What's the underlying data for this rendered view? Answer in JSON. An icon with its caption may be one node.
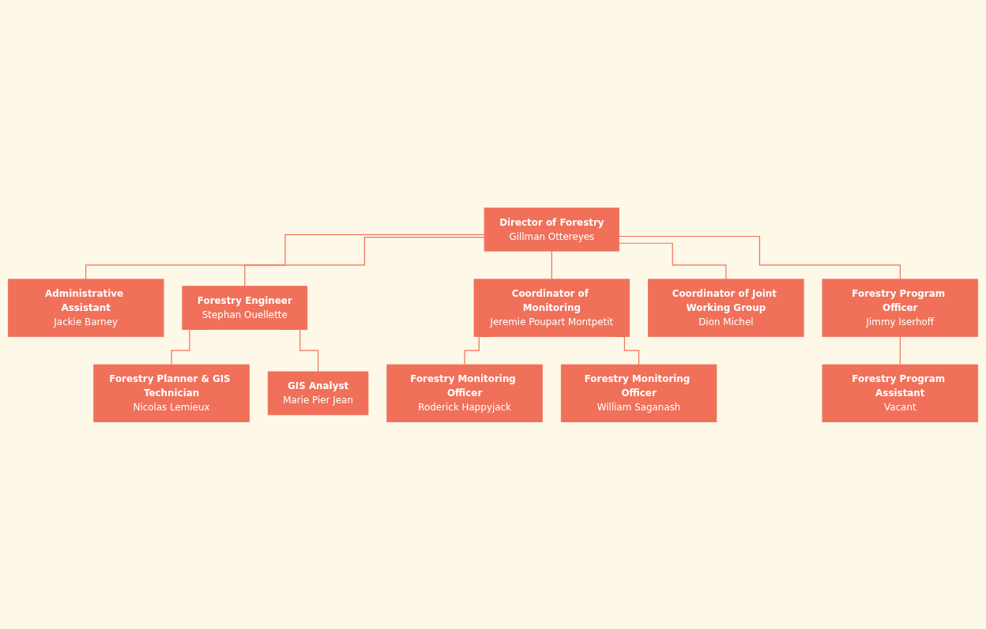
{
  "diagram": {
    "nodes": [
      {
        "text": [
          "Director of Forestry",
          "Gillman Ottereyes"
        ]
      },
      {
        "text": [
          "Administrative Assistant",
          "Jackie Barney"
        ]
      },
      {
        "text": [
          "Forestry Engineer",
          "Stephan Ouellette"
        ]
      },
      {
        "text": [
          "Coordinator of Monitoring",
          "Jeremie Poupart Montpetit"
        ]
      },
      {
        "text": [
          "Coordinator of Joint Working Group",
          "Dion Michel"
        ]
      },
      {
        "text": [
          "Forestry Program Officer",
          "Jimmy Iserhoff"
        ]
      },
      {
        "text": [
          "Forestry Planner & GIS Technician",
          "Nicolas Lemieux"
        ]
      },
      {
        "text": [
          "GIS Analyst",
          "Marie Pier Jean"
        ]
      },
      {
        "text": [
          "Forestry Monitoring Officer",
          "Roderick Happyjack"
        ]
      },
      {
        "text": [
          "Forestry Monitoring Officer",
          "William Saganash"
        ]
      },
      {
        "text": [
          "Forestry Program Assistant",
          "Vacant"
        ]
      }
    ],
    "edges": [
      {
        "from": 0,
        "to": 1,
        "arrow": "none"
      },
      {
        "from": 0,
        "to": 2,
        "arrow": "none"
      },
      {
        "from": 0,
        "to": 3,
        "arrow": "none"
      },
      {
        "from": 0,
        "to": 4,
        "arrow": "none"
      },
      {
        "from": 0,
        "to": 5,
        "arrow": "none"
      },
      {
        "from": 2,
        "to": 6,
        "arrow": "none"
      },
      {
        "from": 2,
        "to": 7,
        "arrow": "none"
      },
      {
        "from": 3,
        "to": 8,
        "arrow": "none"
      },
      {
        "from": 3,
        "to": 9,
        "arrow": "none"
      },
      {
        "from": 5,
        "to": 10,
        "arrow": "none"
      }
    ]
  }
}
